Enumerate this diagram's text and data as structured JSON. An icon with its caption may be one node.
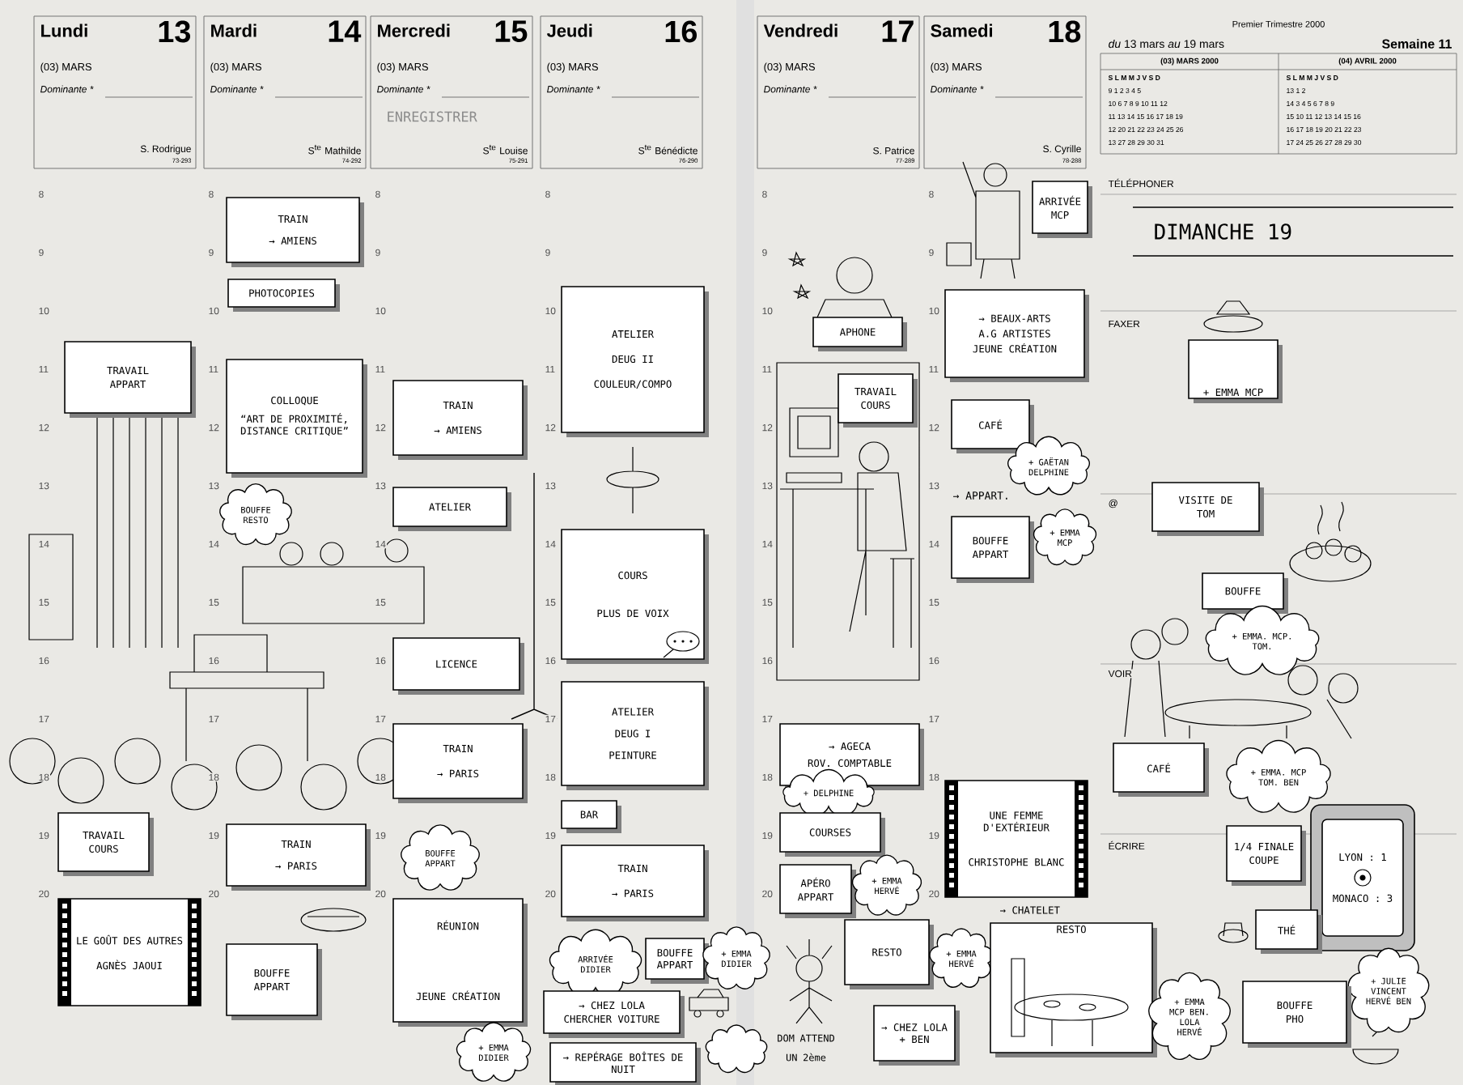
{
  "diagram": {
    "nodes": [
      {
        "text": [
          "TRAVAIL",
          "APPART"
        ]
      },
      {
        "text": [
          "TRAVAIL",
          "COURS"
        ]
      },
      {
        "text": [
          "LE GOÛT DES AUTRES",
          "AGNÈS JAOUI"
        ]
      },
      {
        "text": [
          "TRAIN",
          "→ AMIENS"
        ]
      },
      {
        "text": [
          "PHOTOCOPIES"
        ]
      },
      {
        "text": [
          "COLLOQUE",
          "“ART DE PROXIMITÉ, DISTANCE CRITIQUE”"
        ]
      },
      {
        "text": [
          "BOUFFE RESTO"
        ]
      },
      {
        "text": [
          "TRAIN",
          "→ PARIS"
        ]
      },
      {
        "text": [
          "BOUFFE",
          "APPART"
        ]
      },
      {
        "text": [
          "TRAIN",
          "→ AMIENS"
        ]
      },
      {
        "text": [
          "ATELIER"
        ]
      },
      {
        "text": [
          "LICENCE"
        ]
      },
      {
        "text": [
          "TRAIN",
          "→ PARIS"
        ]
      },
      {
        "text": [
          "BOUFFE APPART"
        ]
      },
      {
        "text": [
          "RÉUNION",
          "JEUNE CRÉATION"
        ]
      },
      {
        "text": [
          "ATELIER",
          "DEUG II",
          "COULEUR/COMPO"
        ]
      },
      {
        "text": [
          "COURS",
          "PLUS DE VOIX"
        ]
      },
      {
        "text": [
          "ATELIER",
          "DEUG I",
          "PEINTURE"
        ]
      },
      {
        "text": [
          "BAR"
        ]
      },
      {
        "text": [
          "TRAIN",
          "→ PARIS"
        ]
      },
      {
        "text": [
          "ARRIVÉE DIDIER"
        ]
      },
      {
        "text": [
          "BOUFFE APPART"
        ]
      },
      {
        "text": [
          "+ EMMA DIDIER"
        ]
      },
      {
        "text": [
          "→ CHEZ LOLA",
          "CHERCHER VOITURE"
        ]
      },
      {
        "text": [
          "→ REPÉRAGE BOÎTES DE NUIT"
        ]
      },
      {
        "text": [
          "+ EMMA DIDIER"
        ]
      },
      {
        "text": [],
        "shape": "cloud"
      },
      {
        "text": [
          "APHONE"
        ]
      },
      {
        "text": [
          "TRAVAIL",
          "COURS"
        ]
      },
      {
        "text": [
          "→ AGECA",
          "ROV. COMPTABLE"
        ]
      },
      {
        "text": [
          "+ DELPHINE"
        ]
      },
      {
        "text": [
          "COURSES"
        ]
      },
      {
        "text": [
          "APÉRO",
          "APPART"
        ]
      },
      {
        "text": [
          "+ EMMA HERVÉ"
        ]
      },
      {
        "text": [
          "RESTO"
        ]
      },
      {
        "text": [
          "+ EMMA HERVÉ"
        ]
      },
      {
        "text": [
          "→ CHEZ LOLA + BEN"
        ]
      },
      {
        "text": [
          "ARRIVÉE",
          "MCP"
        ]
      },
      {
        "text": [
          "→ BEAUX-ARTS",
          "A.G ARTISTES",
          "JEUNE CRÉATION"
        ]
      },
      {
        "text": [
          "CAFÉ"
        ]
      },
      {
        "text": [
          "+ GAËTAN DELPHINE"
        ]
      },
      {
        "text": [
          "BOUFFE",
          "APPART"
        ]
      },
      {
        "text": [
          "+ EMMA MCP"
        ]
      },
      {
        "text": [
          "UNE FEMME D'EXTÉRIEUR",
          "CHRISTOPHE BLANC"
        ]
      },
      {
        "text": [
          "RESTO"
        ]
      },
      {
        "text": [
          "+ EMMA MCP BEN. LOLA HERVÉ"
        ]
      },
      {
        "text": [
          "+ EMMA MCP"
        ]
      },
      {
        "text": [
          "VISITE DE",
          "TOM"
        ]
      },
      {
        "text": [
          "BOUFFE"
        ]
      },
      {
        "text": [
          "+ EMMA. MCP. TOM."
        ]
      },
      {
        "text": [
          "CAFÉ"
        ]
      },
      {
        "text": [
          "+ EMMA. MCP TOM. BEN"
        ]
      },
      {
        "text": [
          "1/4 FINALE",
          "COUPE"
        ]
      },
      {
        "text": [
          "LYON : 1",
          "MONACO : 3"
        ]
      },
      {
        "text": [
          "THÉ"
        ]
      },
      {
        "text": [
          "+ JULIE VINCENT HERVÉ BEN"
        ]
      },
      {
        "text": [
          "BOUFFE",
          "PHO"
        ]
      }
    ],
    "labels": [
      "Lundi",
      "13",
      "(03) MARS",
      "Dominante *",
      "S. Rodrigue",
      "73-293",
      "Mardi",
      "14",
      "(03) MARS",
      "Dominante *",
      "S$^{te}$ Mathilde",
      "74-292",
      "Mercredi",
      "15",
      "(03) MARS",
      "Dominante *",
      "S$^{te}$ Louise",
      "75-291",
      "Jeudi",
      "16",
      "(03) MARS",
      "Dominante *",
      "S$^{te}$ Bénédicte",
      "76-290",
      "Vendredi",
      "17",
      "(03) MARS",
      "Dominante *",
      "S. Patrice",
      "77-289",
      "Samedi",
      "18",
      "(03) MARS",
      "Dominante *",
      "S. Cyrille",
      "78-288",
      "Premier Trimestre 2000",
      "*du* 13 mars *au* 19 mars",
      "Semaine 11",
      "(03) MARS 2000",
      "(04) AVRIL 2000",
      "S L M M J V S D",
      "9 1 2 3 4 5",
      "10 6 7 8 9 10 11 12",
      "11 13 14 15 16 17 18 19",
      "12 20 21 22 23 24 25 26",
      "13 27 28 29 30 31",
      "S L M M J V S D",
      "13 1 2",
      "14 3 4 5 6 7 8 9",
      "15 10 11 12 13 14 15 16",
      "16 17 18 19 20 21 22 23",
      "17 24 25 26 27 28 29 30",
      "TÉLÉPHONER",
      "FAXER",
      "@",
      "VOIR",
      "ÉCRIRE",
      "DIMANCHE 19",
      "ENREGISTRER",
      "→ APPART.",
      "→ CHATELET",
      "DOM ATTEND UN 2ème",
      "8",
      "9",
      "10",
      "11",
      "12",
      "13",
      "14",
      "15",
      "16",
      "17",
      "18",
      "19",
      "20",
      "8",
      "9",
      "10",
      "11",
      "12",
      "13",
      "14",
      "15",
      "16",
      "17",
      "18",
      "19",
      "20",
      "8",
      "9",
      "10",
      "11",
      "12",
      "13",
      "14",
      "15",
      "16",
      "17",
      "18",
      "19",
      "20",
      "8",
      "9",
      "10",
      "11",
      "12",
      "13",
      "14",
      "15",
      "16",
      "17",
      "18",
      "19",
      "20",
      "8",
      "9",
      "10",
      "11",
      "12",
      "13",
      "14",
      "15",
      "16",
      "17",
      "18",
      "19",
      "20",
      "8",
      "9",
      "10",
      "11",
      "12",
      "13",
      "14",
      "15",
      "16",
      "17",
      "18",
      "19",
      "20"
    ]
  }
}
